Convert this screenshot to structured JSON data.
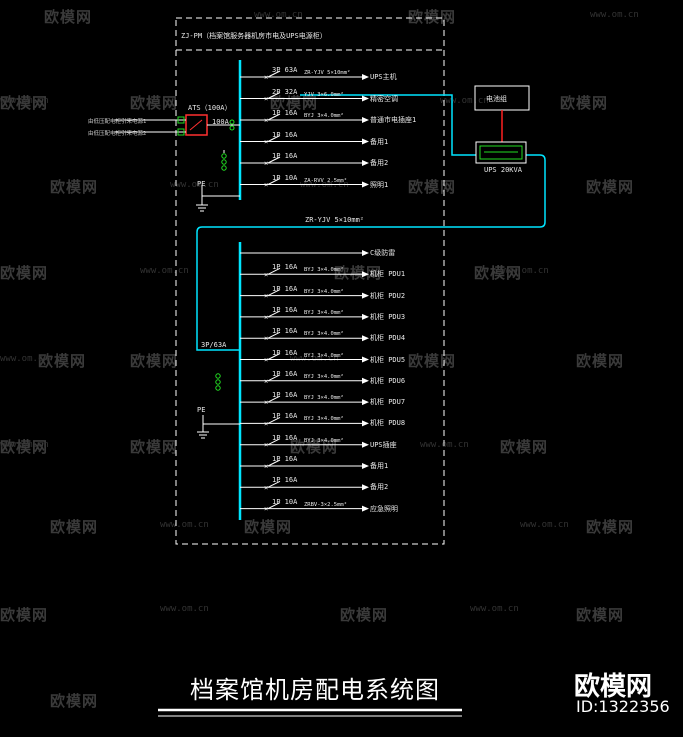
{
  "title": "档案馆机房配电系统图",
  "brand": {
    "name": "欧模网",
    "id": "ID:1322356"
  },
  "watermark": {
    "logo": "欧模网",
    "url": "www.om.cn"
  },
  "panel": {
    "name": "ZJ-PM（档案馆服务器机房市电及UPS电源柜）"
  },
  "ats": {
    "label": "ATS（100A）",
    "output": "100A"
  },
  "incoming": {
    "line1": "由低压配电柜引来电源1",
    "line2": "由低压配电柜引来电源2"
  },
  "ground": "PE",
  "upper_circuits": [
    {
      "breaker": "3P 63A",
      "cable": "ZR-YJV 5×10mm²",
      "load": "UPS主机"
    },
    {
      "breaker": "2P 32A",
      "cable": "YJV 3×6.0mm²",
      "load": "精密空调"
    },
    {
      "breaker": "1P 16A",
      "cable": "BYJ 3×4.0mm²",
      "load": "普通市电插座1"
    },
    {
      "breaker": "1P 16A",
      "cable": "",
      "load": "备用1"
    },
    {
      "breaker": "1P 16A",
      "cable": "",
      "load": "备用2"
    },
    {
      "breaker": "1P 10A",
      "cable": "ZA-RVV 2.5mm²",
      "load": "照明1"
    }
  ],
  "ups": {
    "battery": "电池组",
    "label": "UPS 20KVA"
  },
  "ups_feeder": "ZR-YJV 5×10mm²",
  "lower_breaker": "3P/63A",
  "lower_circuits": [
    {
      "breaker": "",
      "cable": "",
      "load": "C级防雷"
    },
    {
      "breaker": "1P 16A",
      "cable": "BYJ 3×4.0mm²",
      "load": "机柜 PDU1"
    },
    {
      "breaker": "1P 16A",
      "cable": "BYJ 3×4.0mm²",
      "load": "机柜 PDU2"
    },
    {
      "breaker": "1P 16A",
      "cable": "BYJ 3×4.0mm²",
      "load": "机柜 PDU3"
    },
    {
      "breaker": "1P 16A",
      "cable": "BYJ 3×4.0mm²",
      "load": "机柜 PDU4"
    },
    {
      "breaker": "1P 16A",
      "cable": "BYJ 3×4.0mm²",
      "load": "机柜 PDU5"
    },
    {
      "breaker": "1P 16A",
      "cable": "BYJ 3×4.0mm²",
      "load": "机柜 PDU6"
    },
    {
      "breaker": "1P 16A",
      "cable": "BYJ 3×4.0mm²",
      "load": "机柜 PDU7"
    },
    {
      "breaker": "1P 16A",
      "cable": "BYJ 3×4.0mm²",
      "load": "机柜 PDU8"
    },
    {
      "breaker": "1P 16A",
      "cable": "BYJ 3×4.0mm²",
      "load": "UPS插座"
    },
    {
      "breaker": "1P 16A",
      "cable": "",
      "load": "备用1"
    },
    {
      "breaker": "1P 16A",
      "cable": "",
      "load": "备用2"
    },
    {
      "breaker": "1P 10A",
      "cable": "ZRBV-3×2.5mm²",
      "load": "应急照明"
    }
  ],
  "colors": {
    "bus": "#00e5ff",
    "line": "#ffffff",
    "ats": "#ff3030",
    "battery_link": "#ff2020",
    "ups_green": "#22dd22"
  }
}
